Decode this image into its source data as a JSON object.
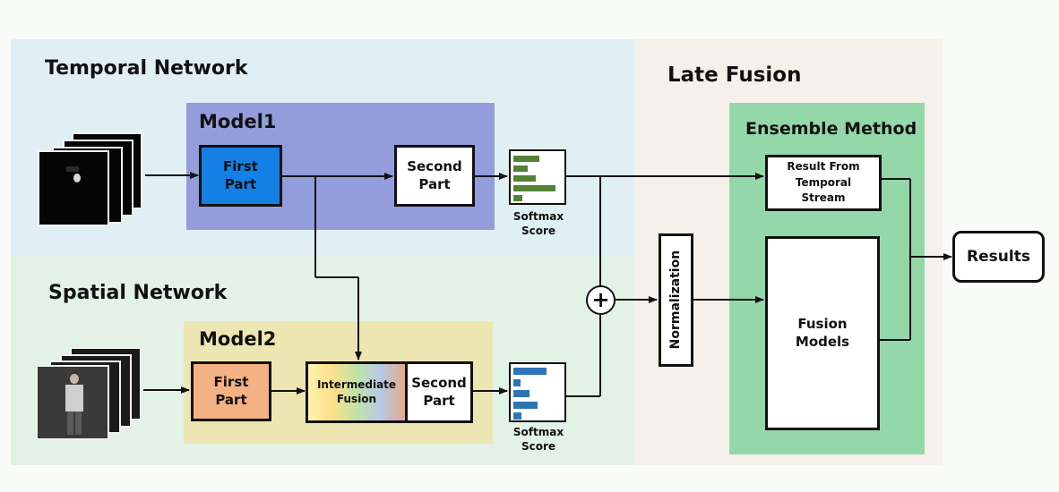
{
  "regions": {
    "temporal_title": "Temporal Network",
    "spatial_title": "Spatial Network",
    "late_fusion_title": "Late Fusion"
  },
  "model1": {
    "title": "Model1",
    "first_part": "First\nPart",
    "second_part": "Second\nPart"
  },
  "model2": {
    "title": "Model2",
    "first_part": "First\nPart",
    "intermediate": "Intermediate\nFusion",
    "second_part": "Second\nPart"
  },
  "softmax_top": "Softmax\nScore",
  "softmax_bottom": "Softmax\nScore",
  "sum_symbol": "+",
  "normalization": "Normalization",
  "ensemble": {
    "title": "Ensemble Method",
    "result_temporal": "Result From\nTemporal\nStream",
    "fusion_models": "Fusion\nModels"
  },
  "results": "Results",
  "colors": {
    "temporal_bg": "#e0eff3",
    "spatial_bg": "#e2f2e5",
    "late_fusion_bg": "#f5f1ea",
    "model1_bg": "#939ddb",
    "model2_bg": "#eee6b2",
    "first_part_temporal": "#1480e6",
    "first_part_spatial": "#f4b183",
    "ensemble_bg": "#94d7a9",
    "softmax_bar_green": "#548235",
    "softmax_bar_blue": "#2e75b6"
  },
  "softmax_top_bars": [
    0.55,
    0.3,
    0.48,
    0.9,
    0.2
  ],
  "softmax_bottom_bars": [
    0.72,
    0.15,
    0.35,
    0.52,
    0.17
  ]
}
